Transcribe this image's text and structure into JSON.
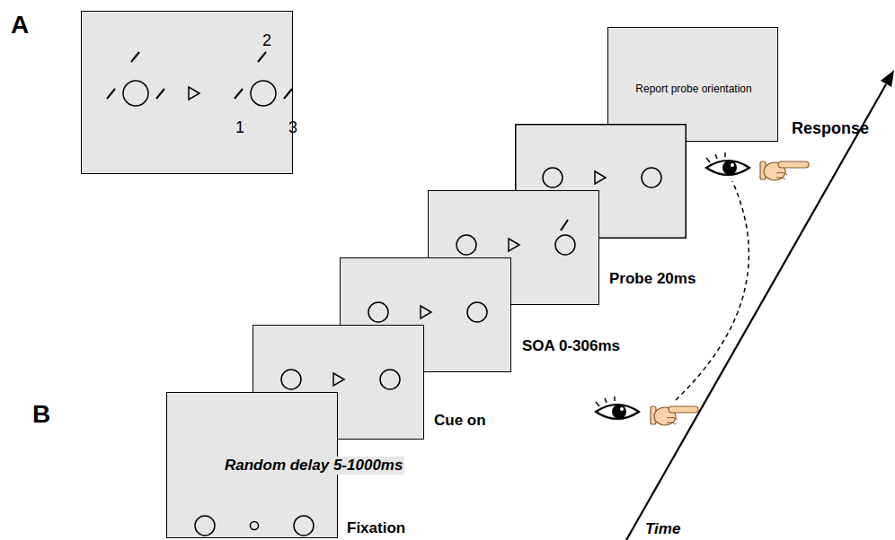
{
  "diagram": {
    "nodes": [
      {
        "text": [
          "2",
          "1",
          "3"
        ]
      },
      {
        "text": [
          "Fixation"
        ]
      },
      {
        "text": [
          "Cue on"
        ]
      },
      {
        "text": [
          "SOA 0-306ms"
        ]
      },
      {
        "text": [
          "Probe 20ms"
        ]
      },
      {
        "text": [
          "Report probe orientation",
          "Response"
        ]
      }
    ],
    "labels": [
      "A",
      "B",
      "Random delay 5-1000ms",
      "Time"
    ]
  }
}
